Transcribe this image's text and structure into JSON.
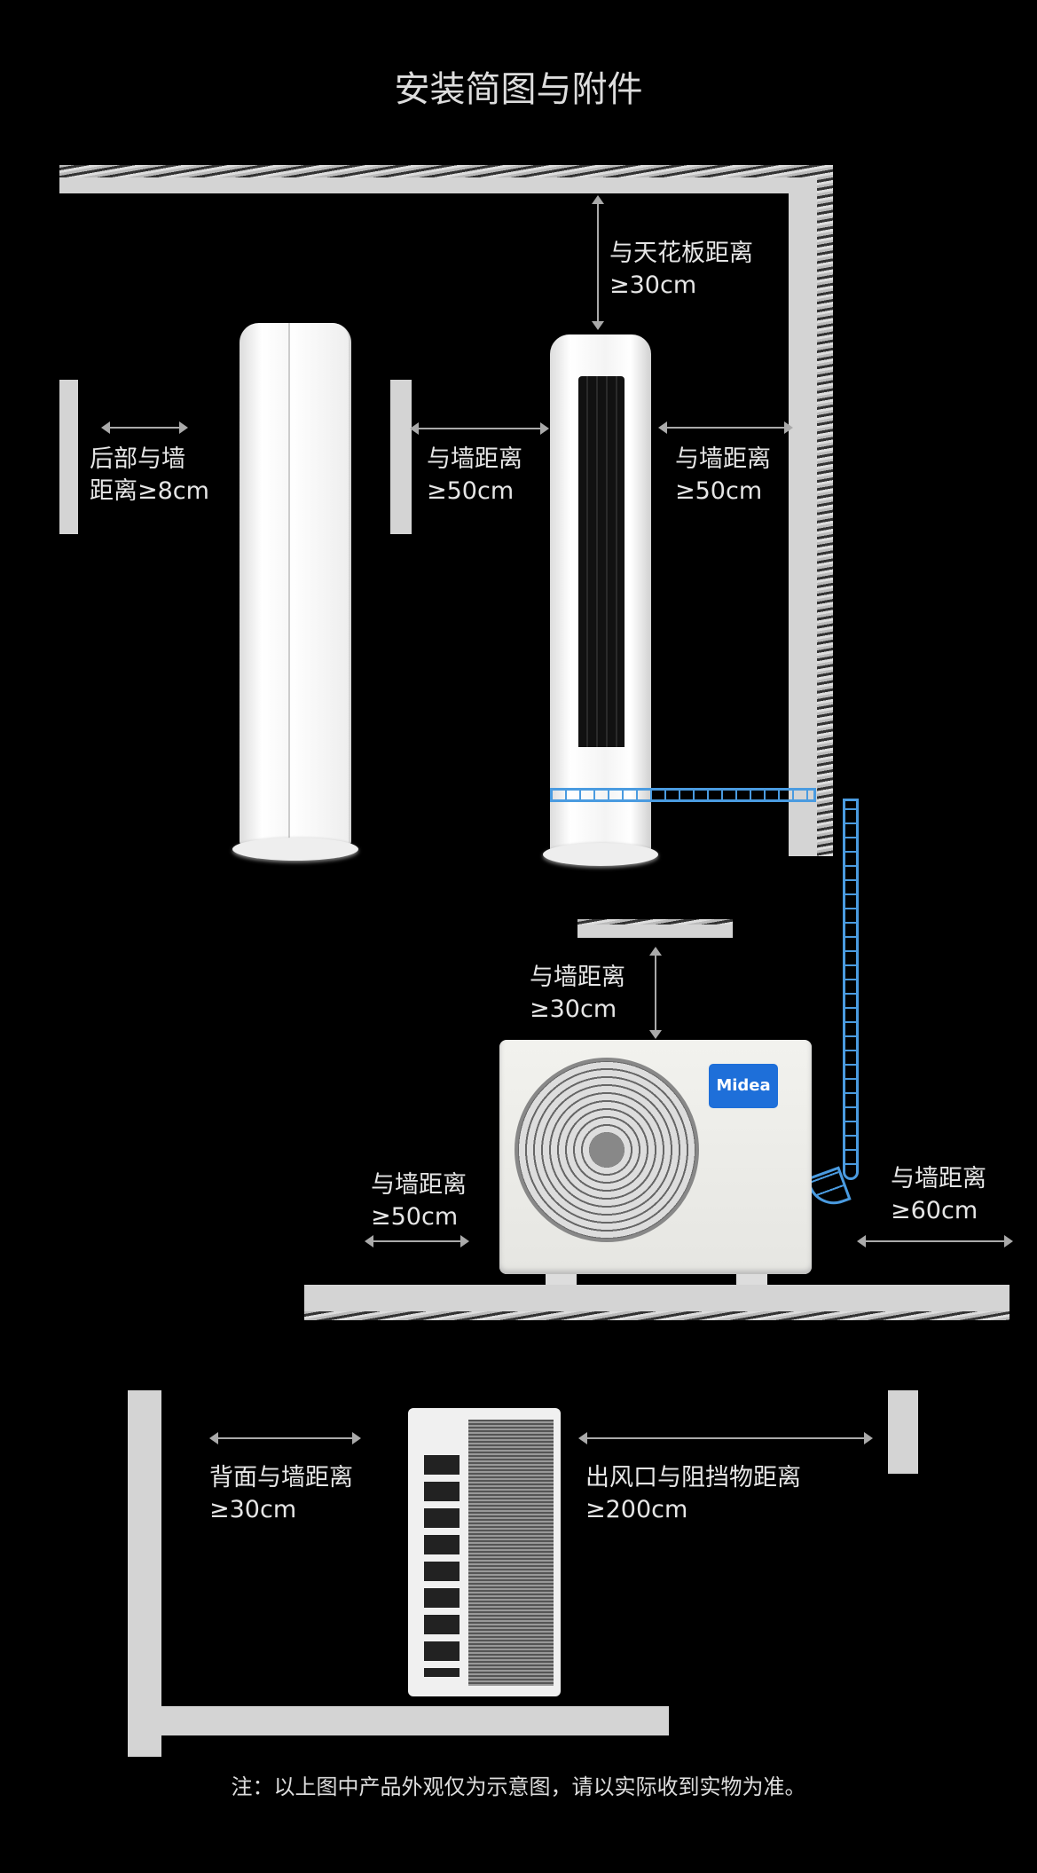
{
  "title": "安装简图与附件",
  "indoor": {
    "rear_wall": {
      "line1": "后部与墙",
      "line2": "距离≥8cm"
    },
    "ceiling": {
      "line1": "与天花板距离",
      "line2": "≥30cm"
    },
    "left_wall": {
      "line1": "与墙距离",
      "line2": "≥50cm"
    },
    "right_wall": {
      "line1": "与墙距离",
      "line2": "≥50cm"
    }
  },
  "outdoor_front": {
    "top": {
      "line1": "与墙距离",
      "line2": "≥30cm"
    },
    "left": {
      "line1": "与墙距离",
      "line2": "≥50cm"
    },
    "right": {
      "line1": "与墙距离",
      "line2": "≥60cm"
    },
    "brand_logo": "Midea",
    "brand_color": "#1e6fd9"
  },
  "outdoor_side": {
    "back": {
      "line1": "背面与墙距离",
      "line2": "≥30cm"
    },
    "outlet": {
      "line1": "出风口与阻挡物距离",
      "line2": "≥200cm"
    }
  },
  "footnote": "注：以上图中产品外观仅为示意图，请以实际收到实物为准。"
}
